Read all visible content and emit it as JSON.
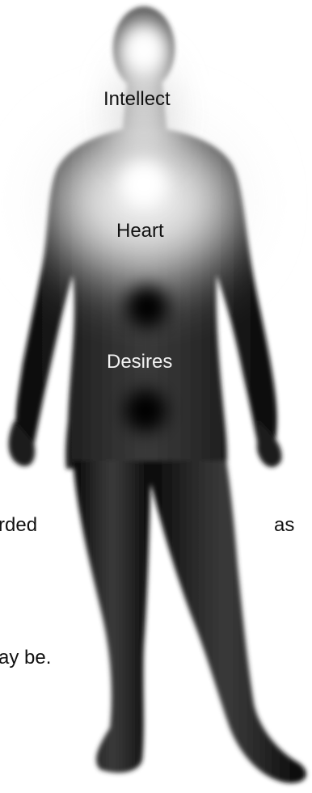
{
  "labels": {
    "intellect": "Intellect",
    "heart": "Heart",
    "desires": "Desires"
  },
  "background_text": {
    "fragment_1": "rded",
    "fragment_2": "as",
    "fragment_3": "ay be."
  },
  "colors": {
    "background": "#ffffff",
    "body_dark": "#1a1a1a",
    "glow": "#ffffff",
    "label_dark": "#111111",
    "label_light": "#f2f2f2"
  }
}
